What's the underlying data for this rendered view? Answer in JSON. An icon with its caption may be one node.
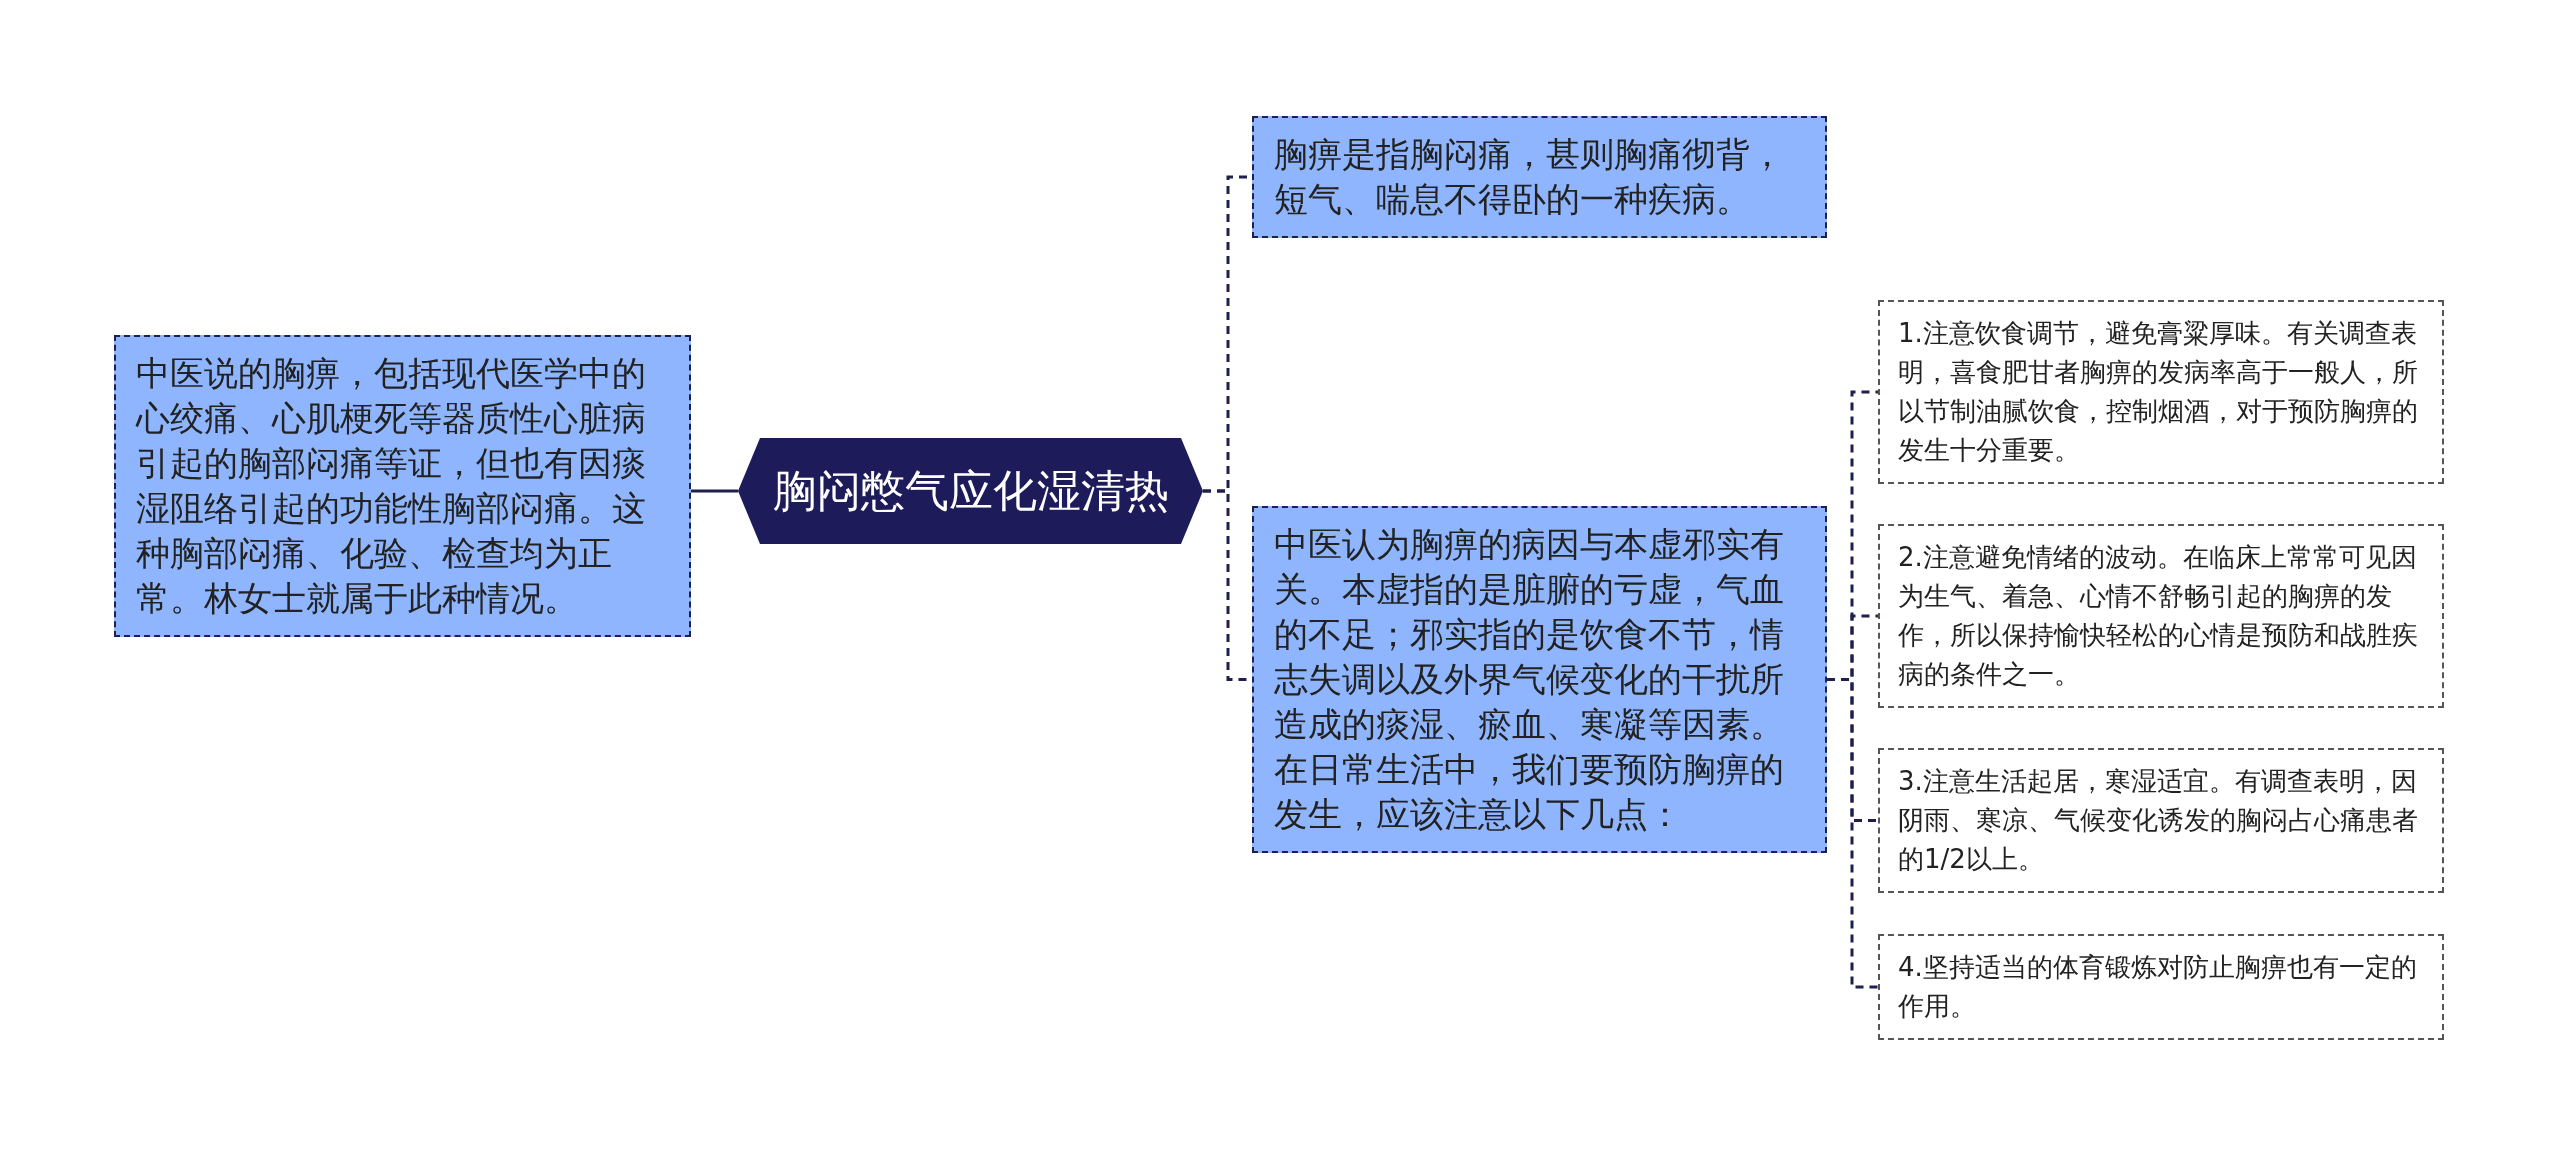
{
  "diagram": {
    "nodes": [
      {
        "text": [
          "胸闷憋气应化湿清热"
        ]
      },
      {
        "text": [
          "中医说的胸痹，包括现代医学中的心绞痛、心肌梗死等器质性心脏病引起的胸部闷痛等证，但也有因痰湿阻络引起的功能性胸部闷痛。这种胸部闷痛、化验、检查均为正常。林女士就属于此种情况。"
        ]
      },
      {
        "text": [
          "胸痹是指胸闷痛，甚则胸痛彻背，短气、喘息不得卧的一种疾病。"
        ]
      },
      {
        "text": [
          "中医认为胸痹的病因与本虚邪实有关。本虚指的是脏腑的亏虚，气血的不足；邪实指的是饮食不节，情志失调以及外界气候变化的干扰所造成的痰湿、瘀血、寒凝等因素。在日常生活中，我们要预防胸痹的发生，应该注意以下几点："
        ]
      },
      {
        "text": [
          "1.注意饮食调节，避免膏粱厚味。有关调查表明，喜食肥甘者胸痹的发病率高于一般人，所以节制油腻饮食，控制烟酒，对于预防胸痹的发生十分重要。"
        ]
      },
      {
        "text": [
          "2.注意避免情绪的波动。在临床上常常可见因为生气、着急、心情不舒畅引起的胸痹的发作，所以保持愉快轻松的心情是预防和战胜疾病的条件之一。"
        ]
      },
      {
        "text": [
          "3.注意生活起居，寒湿适宜。有调查表明，因阴雨、寒凉、气候变化诱发的胸闷占心痛患者的1/2以上。"
        ]
      },
      {
        "text": [
          "4.坚持适当的体育锻炼对防止胸痹也有一定的作用。"
        ]
      }
    ],
    "edges": [
      {
        "from": 0,
        "to": 1,
        "arrow": "none"
      },
      {
        "from": 0,
        "to": 2,
        "arrow": "none",
        "style": "dashed"
      },
      {
        "from": 0,
        "to": 3,
        "arrow": "none",
        "style": "dashed"
      },
      {
        "from": 3,
        "to": 4,
        "arrow": "none",
        "style": "dashed"
      },
      {
        "from": 3,
        "to": 5,
        "arrow": "none",
        "style": "dashed"
      },
      {
        "from": 3,
        "to": 6,
        "arrow": "none",
        "style": "dashed"
      },
      {
        "from": 3,
        "to": 7,
        "arrow": "none",
        "style": "dashed"
      }
    ]
  }
}
